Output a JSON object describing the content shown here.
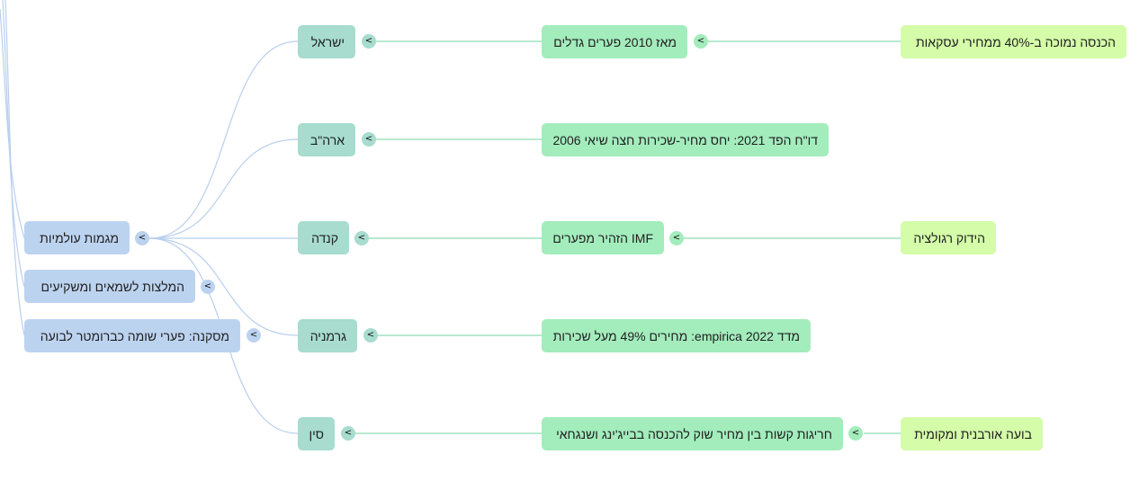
{
  "root_nodes": {
    "global_trends": "מגמות עולמיות",
    "recommendations": "המלצות לשמאים ומשקיעים",
    "conclusion": "מסקנה: פערי שומה כברומטר לבועה"
  },
  "countries": {
    "israel": "ישראל",
    "usa": "ארה\"ב",
    "canada": "קנדה",
    "germany": "גרמניה",
    "china": "סין"
  },
  "facts": {
    "israel": "מאז 2010 פערים גדלים",
    "usa": "דו\"ח הפד 2021: יחס מחיר-שכירות חצה שיאי 2006",
    "canada": "IMF הזהיר מפערים",
    "germany": "מדד empirica 2022: מחירים 49% מעל שכירות",
    "china": "חריגות קשות בין מחיר שוק להכנסה בבייג'ינג ושנגחאי"
  },
  "leaves": {
    "israel": "הכנסה נמוכה ב-40% ממחירי עסקאות",
    "canada": "הידוק רגולציה",
    "china": "בועה אורבנית ומקומית"
  },
  "toggle_glyph": "<",
  "colors": {
    "root": "#bcd3f0",
    "country": "#a7dccf",
    "fact": "#a3ecbc",
    "leaf": "#d4fca9",
    "edge_root": "#b9cfee",
    "edge_green": "#8fdcb0"
  }
}
